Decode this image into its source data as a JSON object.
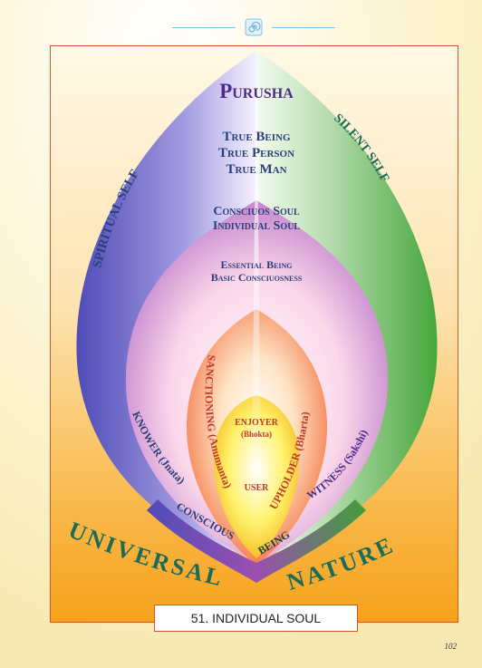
{
  "figure": {
    "caption": "51. INDIVIDUAL SOUL",
    "page_number": "102"
  },
  "icons": {
    "header": "spiral-ornament-icon"
  },
  "colors": {
    "frame_border": "#d8522a",
    "header_rule": "#7fc3e3",
    "heading_purple": "#4d2a8a",
    "heading_teal": "#1a6b5a",
    "text_blue": "#2a3f7a",
    "text_red": "#c0392b"
  },
  "diagram": {
    "purusha": "Purusha",
    "true_lines": [
      "True Being",
      "True Person",
      "True Man"
    ],
    "soul_lines": [
      "Consciuos Soul",
      "Individual Soul"
    ],
    "essential_lines": [
      "Essential Being",
      "Basic Consciuosness"
    ],
    "spiritual_self": "SPIRITUAL SELF",
    "silent_self": "SILENT SELF",
    "knower": "KNOWER (Jnata)",
    "sanctioning": "SANCTIONING (Anumanta)",
    "upholder": "UPHOLDER (Bharta)",
    "witness": "WITNESS (Sakshi)",
    "enjoyer": "ENJOYER",
    "bhokta": "(Bhokta)",
    "user": "USER",
    "conscious": "CONSCIOUS",
    "being": "BEING",
    "universal": "UNIVERSAL",
    "nature": "NATURE"
  }
}
